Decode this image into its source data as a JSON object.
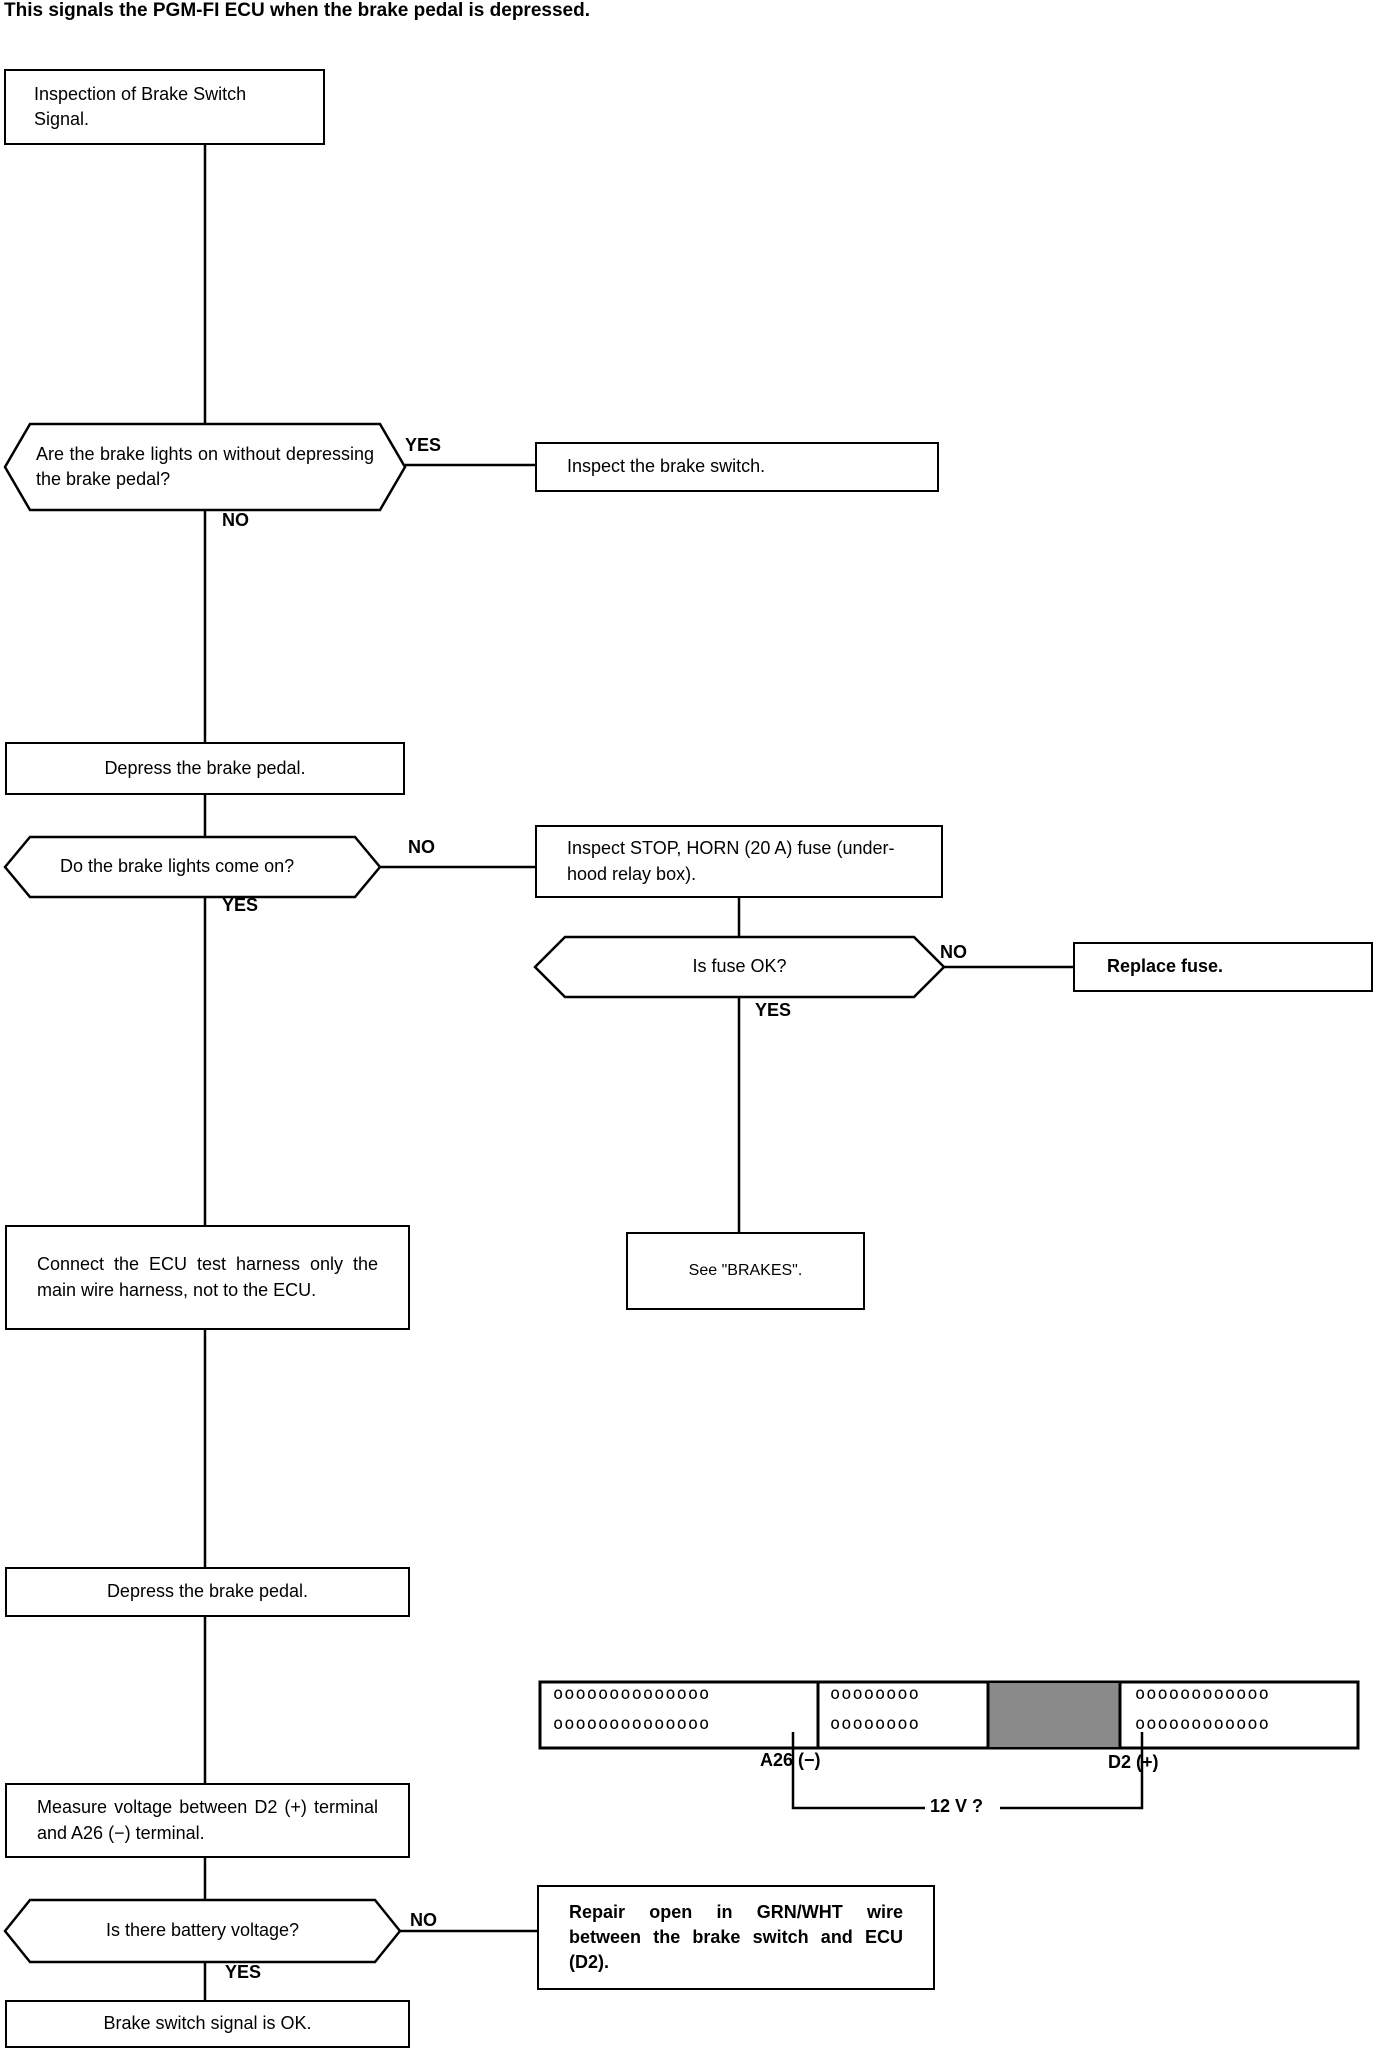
{
  "header": "This signals the PGM-FI ECU when the brake pedal is depressed.",
  "steps": {
    "start": "Inspection of Brake Switch Signal.",
    "q_lights_on": "Are the brake lights on without depressing the brake pedal?",
    "inspect_switch": "Inspect the brake switch.",
    "depress1": "Depress the brake pedal.",
    "q_come_on": "Do the brake lights come on?",
    "inspect_fuse": "Inspect STOP, HORN (20 A) fuse (under-hood relay box).",
    "q_fuse_ok": "Is fuse OK?",
    "replace_fuse": "Replace fuse.",
    "see_brakes": "See \"BRAKES\".",
    "connect_harness": "Connect the ECU test harness only the main wire harness, not to the ECU.",
    "depress2": "Depress the brake pedal.",
    "measure": "Measure voltage between D2 (+) terminal and A26 (−) terminal.",
    "q_battery": "Is there battery voltage?",
    "repair": "Repair open in GRN/WHT wire between the brake switch and ECU (D2).",
    "ok": "Brake switch signal is OK."
  },
  "labels": {
    "yes1": "YES",
    "no1": "NO",
    "no2": "NO",
    "yes2": "YES",
    "no3": "NO",
    "yes3": "YES",
    "no4": "NO",
    "yes4": "YES"
  },
  "connector": {
    "a26": "A26 (−)",
    "d2": "D2 (+)",
    "voltage": "12 V ?",
    "sec1_top": "oooooooooooooo",
    "sec1_bot": "oooooooooooooo",
    "sec2_top": "oooooooo",
    "sec2_bot": "oooooooo",
    "sec4_top": "oooooooooooo",
    "sec4_bot": "oooooooooooo"
  }
}
